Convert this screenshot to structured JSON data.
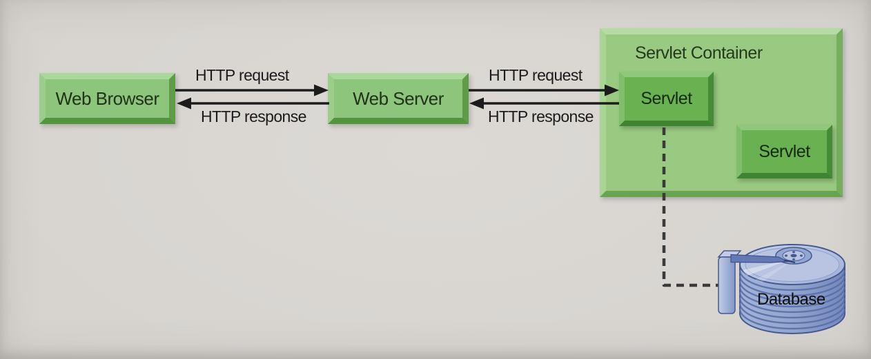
{
  "diagram_type": "servlet-architecture",
  "nodes": {
    "web_browser": {
      "label": "Web Browser",
      "face_color": "#8ec57d"
    },
    "web_server": {
      "label": "Web Server",
      "face_color": "#8ec57d"
    },
    "servlet_container": {
      "label": "Servlet Container",
      "face_color": "#9aca82"
    },
    "servlet_1": {
      "label": "Servlet",
      "face_color": "#6ab151"
    },
    "servlet_2": {
      "label": "Servlet",
      "face_color": "#6ab151"
    },
    "database": {
      "label": "Database",
      "face_color": "#8fa3cc"
    }
  },
  "edges": {
    "browser_server": {
      "request_label": "HTTP request",
      "response_label": "HTTP response"
    },
    "server_servlet": {
      "request_label": "HTTP request",
      "response_label": "HTTP response"
    },
    "servlet_database": {
      "style": "dashed"
    }
  },
  "colors": {
    "arrow": "#1c1c1c",
    "dashed_line": "#3a3a3a",
    "edge_text": "#1b1b1b",
    "box_text": "#203317",
    "background": "#d6d3cf"
  }
}
